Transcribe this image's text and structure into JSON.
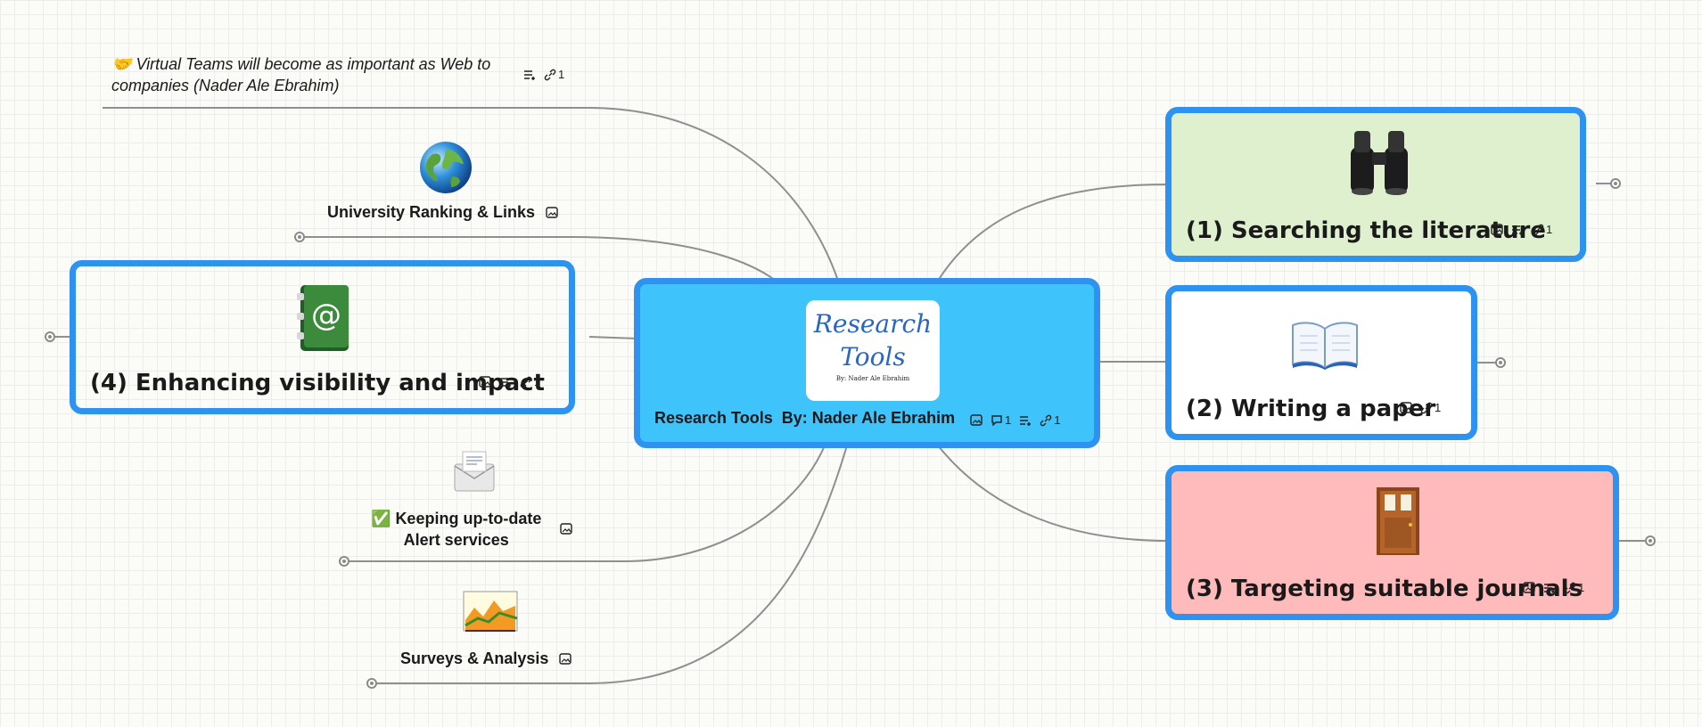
{
  "center": {
    "label": "Research Tools  By: Nader Ale Ebrahim",
    "logo_line1": "Research",
    "logo_line2": "Tools",
    "logo_byline": "By: Nader Ale Ebrahim",
    "comments": "1",
    "links": "1",
    "color": "#3fc3fb"
  },
  "right_topics": [
    {
      "label": "(1) Searching the literature",
      "links": "1",
      "color": "#dff0cf",
      "icon": "binoculars-icon"
    },
    {
      "label": "(2) Writing a paper",
      "links": "1",
      "color": "#ffffff",
      "icon": "open-book-icon"
    },
    {
      "label": "(3) Targeting suitable journals",
      "links": "1",
      "color": "#ffbabb",
      "icon": "door-icon"
    }
  ],
  "left_topic": {
    "label": "(4) Enhancing visibility and impact",
    "links": "1",
    "color": "#9ee2fb",
    "icon": "address-book-icon"
  },
  "quote": {
    "emoji": "🤝",
    "line1": "Virtual Teams will become as important as Web to",
    "line2": "companies (Nader Ale Ebrahim)",
    "links": "1"
  },
  "leaves": [
    {
      "label": "University Ranking & Links",
      "icon": "globe-icon"
    },
    {
      "label_line1": "Keeping up-to-date",
      "label_line2": "Alert services",
      "check": "✅",
      "icon": "envelope-icon"
    },
    {
      "label": "Surveys & Analysis",
      "icon": "chart-icon"
    }
  ],
  "colors": {
    "border": "#2d92f0",
    "line": "#8a8a8a"
  }
}
